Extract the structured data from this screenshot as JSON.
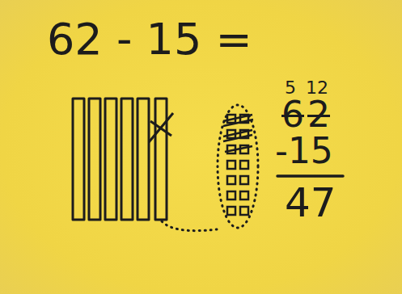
{
  "diagram": {
    "labels": [
      "62 - 15 =",
      "5",
      "12",
      "6",
      "2",
      "-15",
      "47"
    ]
  }
}
